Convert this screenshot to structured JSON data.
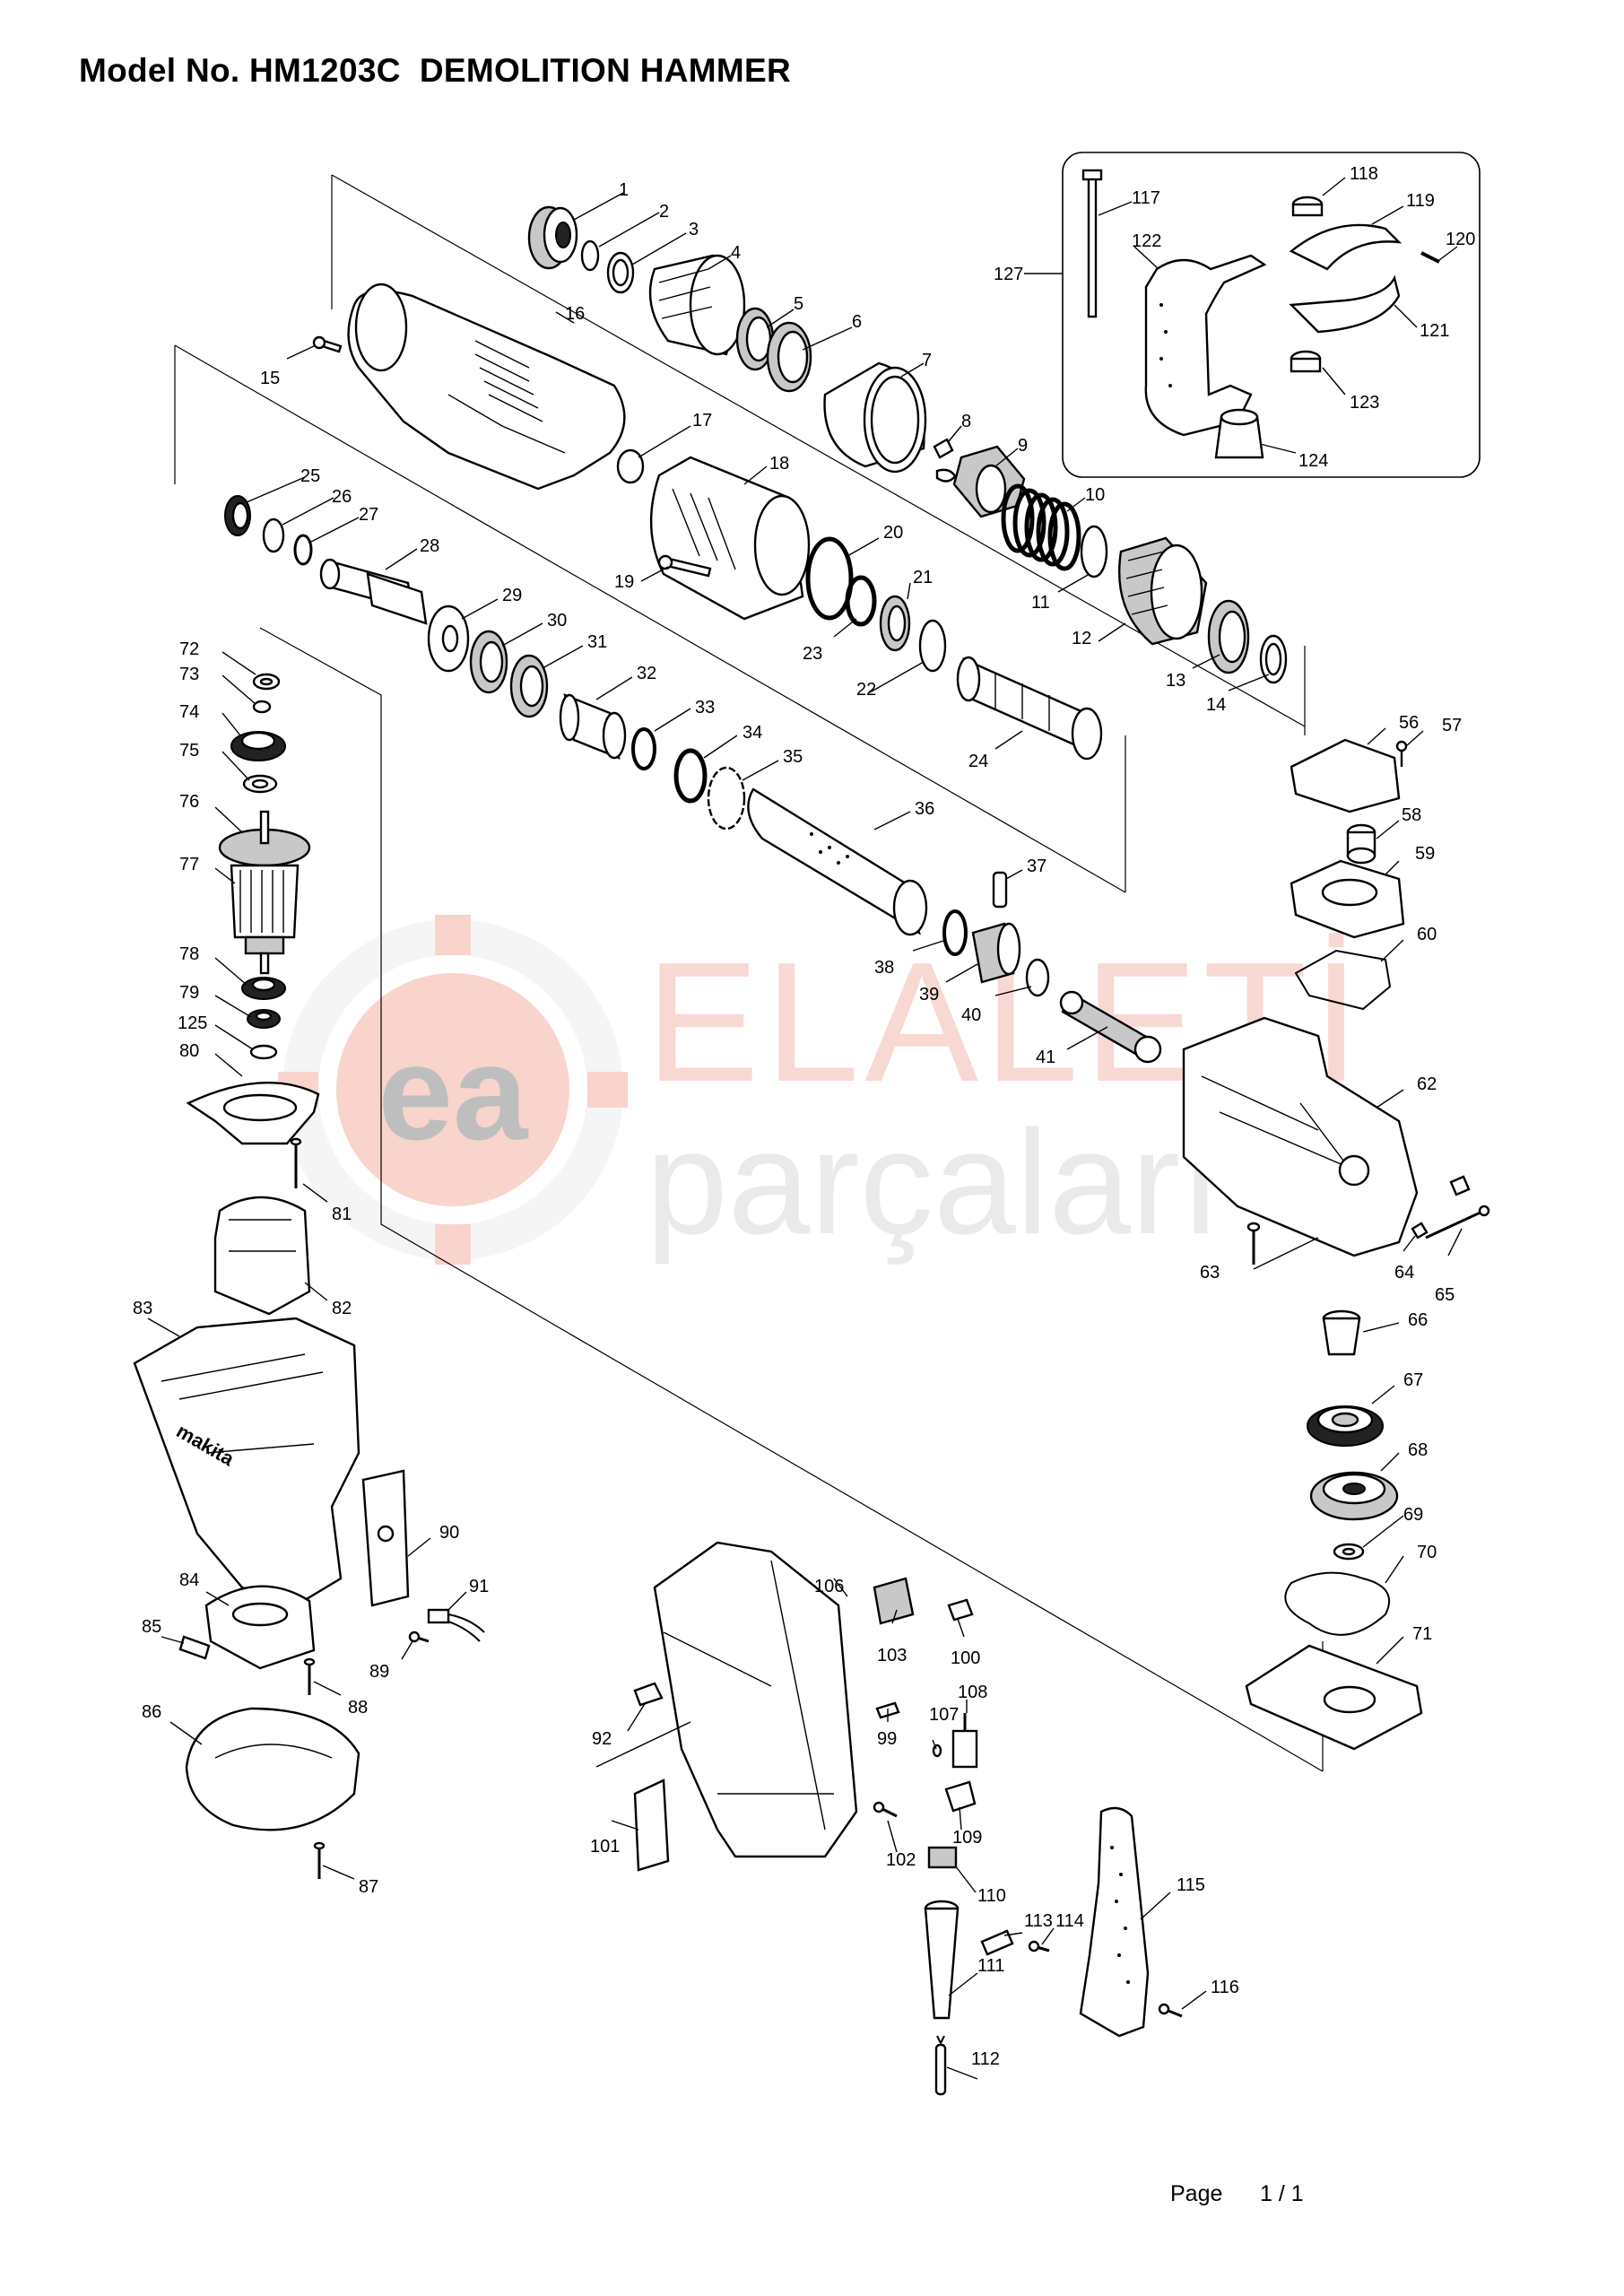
{
  "header": {
    "title": "Model No. HM1203C  DEMOLITION HAMMER"
  },
  "watermark": {
    "brand": "ELALETİ",
    "tagline": "parçaları",
    "logo": "ea",
    "accent_color": "#e84a3a",
    "gray_color": "#9a9a9a"
  },
  "footer": {
    "page_label": "Page",
    "page_number": "1 / 1"
  },
  "callouts": [
    "1",
    "2",
    "3",
    "4",
    "5",
    "6",
    "7",
    "8",
    "9",
    "10",
    "11",
    "12",
    "13",
    "14",
    "15",
    "16",
    "17",
    "18",
    "19",
    "20",
    "21",
    "22",
    "23",
    "24",
    "25",
    "26",
    "27",
    "28",
    "29",
    "30",
    "31",
    "32",
    "33",
    "34",
    "35",
    "36",
    "37",
    "38",
    "39",
    "40",
    "41",
    "56",
    "57",
    "58",
    "59",
    "60",
    "62",
    "63",
    "64",
    "65",
    "66",
    "67",
    "68",
    "69",
    "70",
    "71",
    "72",
    "73",
    "74",
    "75",
    "76",
    "77",
    "78",
    "79",
    "80",
    "81",
    "82",
    "83",
    "84",
    "85",
    "86",
    "87",
    "88",
    "89",
    "90",
    "91",
    "92",
    "99",
    "100",
    "101",
    "102",
    "103",
    "106",
    "107",
    "108",
    "109",
    "110",
    "111",
    "112",
    "113",
    "114",
    "115",
    "116",
    "117",
    "118",
    "119",
    "120",
    "121",
    "122",
    "123",
    "124",
    "125",
    "127"
  ]
}
